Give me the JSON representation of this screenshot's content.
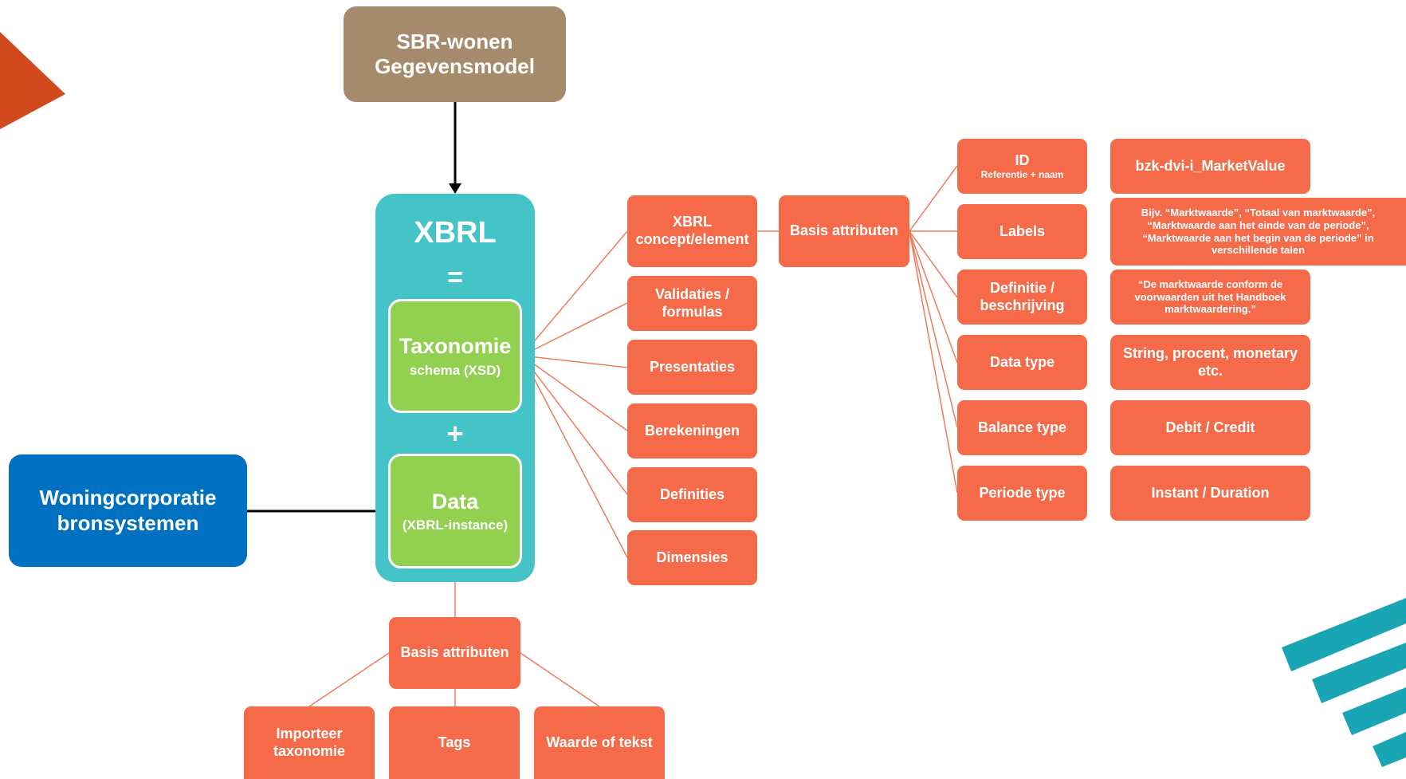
{
  "colors": {
    "orange": "#f56b4a",
    "teal": "#45c4c8",
    "green": "#92d050",
    "brown": "#a58b6c",
    "blue": "#0070c0",
    "deco_orange": "#d1491c",
    "deco_teal": "#1aa5b5"
  },
  "sbr": {
    "line1": "SBR-wonen",
    "line2": "Gegevensmodel"
  },
  "xbrl": {
    "title": "XBRL",
    "equals": "=",
    "plus": "+"
  },
  "taxonomie": {
    "title": "Taxonomie",
    "sub": "schema (XSD)"
  },
  "data_box": {
    "title": "Data",
    "sub": "(XBRL-instance)"
  },
  "woning": {
    "line1": "Woningcorporatie",
    "line2": "bronsystemen"
  },
  "taxonomy_items": {
    "concept": {
      "line1": "XBRL",
      "line2": "concept/element"
    },
    "validaties": {
      "line1": "Validaties /",
      "line2": "formulas"
    },
    "presentaties": "Presentaties",
    "berekeningen": "Berekeningen",
    "definities": "Definities",
    "dimensies": "Dimensies"
  },
  "basis_attributen": "Basis attributen",
  "attributes": {
    "id": {
      "title": "ID",
      "sub": "Referentie + naam"
    },
    "labels": "Labels",
    "definitie": {
      "line1": "Definitie /",
      "line2": "beschrijving"
    },
    "datatype": "Data type",
    "balance": "Balance type",
    "periode": "Periode type"
  },
  "examples": {
    "id": "bzk-dvi-i_MarketValue",
    "labels": "Bijv. “Marktwaarde”, “Totaal van marktwaarde”, “Marktwaarde aan het einde van de periode”, “Marktwaarde aan het begin van de periode” in verschillende talen",
    "definitie": "“De marktwaarde conform de voorwaarden uit het Handboek marktwaardering.”",
    "datatype": "String, procent, monetary etc.",
    "balance": "Debit / Credit",
    "periode": "Instant / Duration"
  },
  "instance": {
    "basis": "Basis attributen",
    "importeer": {
      "line1": "Importeer",
      "line2": "taxonomie"
    },
    "tags": "Tags",
    "waarde": "Waarde of tekst"
  }
}
